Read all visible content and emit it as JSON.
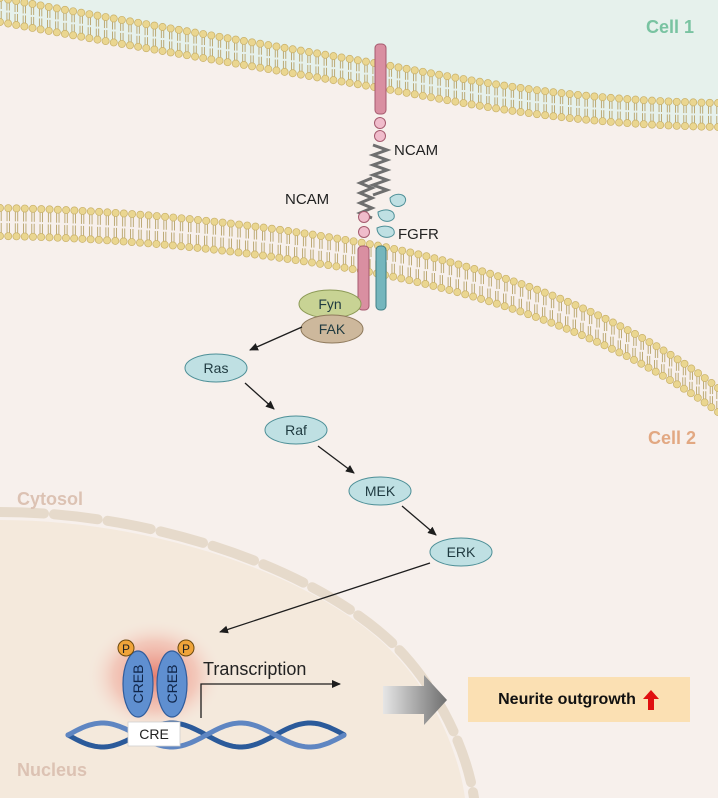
{
  "labels": {
    "cell1": "Cell 1",
    "cell2": "Cell 2",
    "cytosol": "Cytosol",
    "nucleus": "Nucleus",
    "ncam_top": "NCAM",
    "ncam_bottom": "NCAM",
    "fgfr": "FGFR",
    "transcription": "Transcription",
    "cre": "CRE",
    "creb_left": "CREB",
    "creb_right": "CREB",
    "phospho_left": "P",
    "phospho_right": "P"
  },
  "pathway": {
    "fyn": "Fyn",
    "fak": "FAK",
    "ras": "Ras",
    "raf": "Raf",
    "mek": "MEK",
    "erk": "ERK"
  },
  "outcome": {
    "text": "Neurite outgrowth"
  },
  "colors": {
    "cell1_bg": "#e6f1ec",
    "cell2_bg": "#f7f0ec",
    "cell1_label": "#79c3a1",
    "cell2_label": "#e2a882",
    "membrane_head": "#e9d48e",
    "ncam": "#d98fa1",
    "fgfr": "#75b6bd",
    "node_fill": "#bfe0e3",
    "fyn": "#c8d394",
    "fak": "#cdb89c",
    "creb": "#5f8fd0",
    "phospho": "#f0a43a",
    "dna": "#2b5a9a",
    "outcome_bg": "#fbe0b3",
    "up_arrow": "#e01010"
  }
}
